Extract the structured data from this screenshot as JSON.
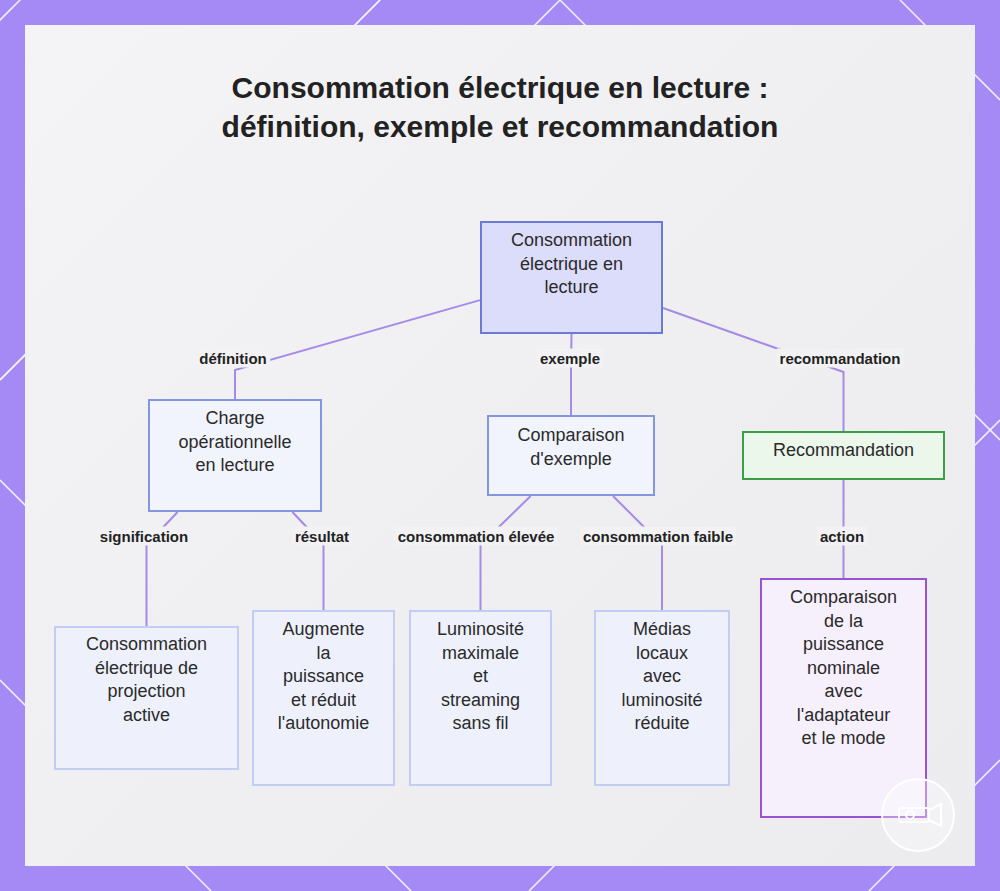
{
  "diagram": {
    "title": "Consommation électrique en lecture : définition, exemple et recommandation",
    "nodes": [
      {
        "text": [
          "Consommation électrique en lecture"
        ]
      },
      {
        "text": [
          "Charge opérationnelle en lecture"
        ]
      },
      {
        "text": [
          "Comparaison d'exemple"
        ]
      },
      {
        "text": [
          "Recommandation"
        ]
      },
      {
        "text": [
          "Consommation électrique de projection active"
        ]
      },
      {
        "text": [
          "Augmente la puissance et réduit l'autonomie"
        ]
      },
      {
        "text": [
          "Luminosité maximale et streaming sans fil"
        ]
      },
      {
        "text": [
          "Médias locaux avec luminosité réduite"
        ]
      },
      {
        "text": [
          "Comparaison de la puissance nominale avec l'adaptateur et le mode"
        ]
      }
    ],
    "edges": [
      {
        "from": 0,
        "to": 1,
        "label": "définition",
        "arrow": "none"
      },
      {
        "from": 0,
        "to": 2,
        "label": "exemple",
        "arrow": "none"
      },
      {
        "from": 0,
        "to": 3,
        "label": "recommandation",
        "arrow": "none"
      },
      {
        "from": 1,
        "to": 4,
        "label": "signification",
        "arrow": "none"
      },
      {
        "from": 1,
        "to": 5,
        "label": "résultat",
        "arrow": "none"
      },
      {
        "from": 2,
        "to": 6,
        "label": "consommation élevée",
        "arrow": "none"
      },
      {
        "from": 2,
        "to": 7,
        "label": "consommation faible",
        "arrow": "none"
      },
      {
        "from": 3,
        "to": 8,
        "label": "action",
        "arrow": "none"
      }
    ]
  }
}
